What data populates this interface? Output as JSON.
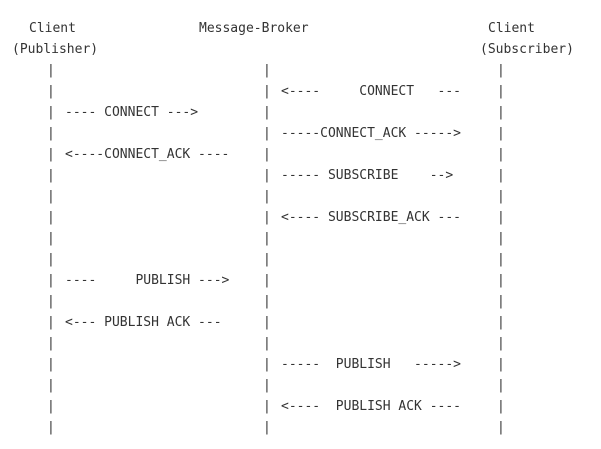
{
  "participants": {
    "publisher": {
      "name": "Client",
      "role": "(Publisher)"
    },
    "broker": {
      "name": "Message-Broker"
    },
    "subscriber": {
      "name": "Client",
      "role": "(Subscriber)"
    }
  },
  "messages": {
    "sub_connect": "<----     CONNECT   ---",
    "pub_connect": "---- CONNECT --->",
    "broker_connect_ack_to_sub": "-----CONNECT_ACK ----->",
    "broker_connect_ack_to_pub": "<----CONNECT_ACK ----",
    "sub_subscribe": "----- SUBSCRIBE    -->",
    "broker_subscribe_ack": "<---- SUBSCRIBE_ACK ---",
    "pub_publish": "----     PUBLISH --->",
    "broker_publish_ack_to_pub": "<--- PUBLISH ACK ---",
    "broker_publish_to_sub": "-----  PUBLISH   ----->",
    "sub_publish_ack": "<----  PUBLISH ACK ----"
  },
  "lifeline_char": "|"
}
